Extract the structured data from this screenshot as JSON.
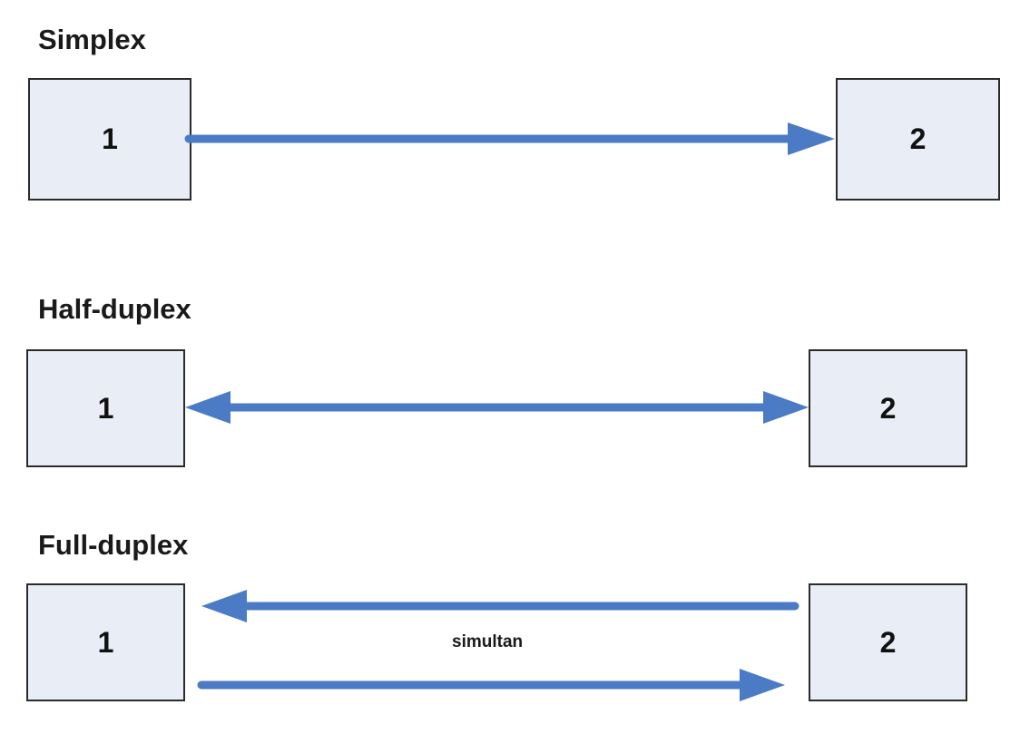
{
  "colors": {
    "arrow": "#4a7bc4",
    "node_fill": "#e8edf6",
    "node_border": "#2b2b2b"
  },
  "simplex": {
    "title": "Simplex",
    "left_label": "1",
    "right_label": "2",
    "direction": "one-way 1 to 2"
  },
  "half_duplex": {
    "title": "Half-duplex",
    "left_label": "1",
    "right_label": "2",
    "direction": "two-way, one at a time"
  },
  "full_duplex": {
    "title": "Full-duplex",
    "left_label": "1",
    "right_label": "2",
    "note": "simultan",
    "direction": "two-way simultaneous"
  }
}
